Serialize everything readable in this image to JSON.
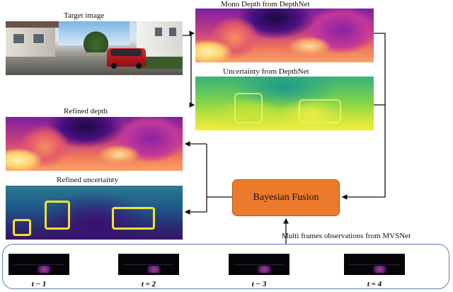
{
  "labels": {
    "target": "Target image",
    "mono_depth": "Mono Depth from DepthNet",
    "uncertainty": "Uncertainty from DepthNet",
    "refined_depth": "Refined depth",
    "refined_uncertainty": "Refined uncertainty",
    "fusion": "Bayesian Fusion",
    "mvs": "Multi frames observations from MVSNet"
  },
  "frames": [
    {
      "label": "t − 1"
    },
    {
      "label": "t = 2"
    },
    {
      "label": "t − 3"
    },
    {
      "label": "t = 4"
    }
  ],
  "colors": {
    "fusion_fill": "#ec7a2c",
    "container_border": "#5a7fc0",
    "arrow": "#111111"
  }
}
